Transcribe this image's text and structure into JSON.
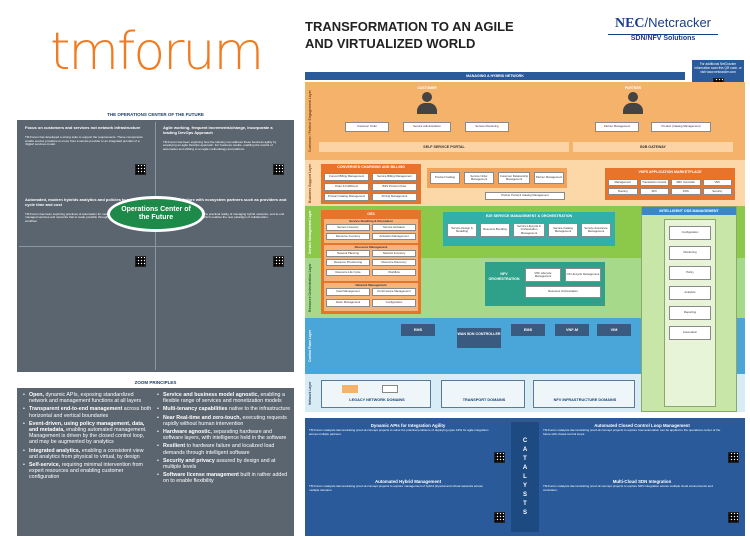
{
  "logo": {
    "text": "tmforum"
  },
  "title": {
    "line1": "TRANSFORMATION TO AN AGILE",
    "line2": "AND VIRTUALIZED WORLD"
  },
  "partner": {
    "name1": "NEC",
    "name2": "/Netcracker",
    "sub": "SDN/NFV Solutions"
  },
  "ops_center": {
    "header": "THE OPERATIONS CENTER OF THE FUTURE",
    "center_label": "Operations Center of the Future",
    "q1": {
      "title": "Focus on customers and services not network infrastructure",
      "body": "TM Forum has developed a strong suite to support the requirements. These components enable service providers to move from a service provider to an integrated provider of a 'digital' services model."
    },
    "q2": {
      "title": "Agile working, frequent increments/change, incorporate a leading DevOps Approach",
      "body": "TM Forum has been exploring how the industry can address these business agility by employing an agile DevOps approach. For business results, enabling the results of automation and shifting to an agile methodology and platform."
    },
    "q3": {
      "title": "Automated, modern hybrids analytics and policies to reduce cycle time and cost",
      "body": "TM Forum has been exploring practices of automation for new business models on exposing managed services and networks that is made possible through a single unified approach and workflow."
    },
    "q4": {
      "title": "Extensive failure with ecosystem partners such as providers and channels",
      "body": "TM Forum has been exploring the practical reality of managing hybrid networks, end-to-end service with external partners which enables the new paradigm of collaboration."
    }
  },
  "zoom": {
    "header": "ZOOM PRINCIPLES",
    "left": [
      {
        "b": "Open,",
        "t": " dynamic APIs, exposing standardized network and management functions at all layers"
      },
      {
        "b": "Transparent end-to-end management",
        "t": " across both horizontal and vertical boundaries"
      },
      {
        "b": "Event-driven, using policy management, data, and metadata,",
        "t": " enabling automated management. Management is driven by the closed control loop, and may be augmented by analytics"
      },
      {
        "b": "Integrated analytics,",
        "t": " enabling a consistent view and analytics from physical to virtual, by design"
      },
      {
        "b": "Self-service,",
        "t": " requiring minimal intervention from expert resources and enabling customer configuration"
      }
    ],
    "right": [
      {
        "b": "Service and business model agnostic,",
        "t": " enabling a flexible range of services and monetization models"
      },
      {
        "b": "Multi-tenancy capabilities",
        "t": " native to the infrastructure"
      },
      {
        "b": "Near Real-time and zero-touch,",
        "t": " executing requests rapidly without human intervention"
      },
      {
        "b": "Hardware agnostic,",
        "t": " separating hardware and software layers, with intelligence held in the software"
      },
      {
        "b": "Resilient",
        "t": " to hardware failure and localized load demands through intelligent software"
      },
      {
        "b": "Security and privacy",
        "t": " assured by design and at multiple levels"
      },
      {
        "b": "Software license management",
        "t": " built in rather added on to enable flexibility"
      }
    ]
  },
  "diagram": {
    "top_note": "For additional NetCracker information scan this QR code, or visit www.netcracker.com",
    "header": "MANAGING A HYBRID NETWORK",
    "customer": "CUSTOMER",
    "partner": "PARTNER",
    "customer_btns": [
      "Customer Order",
      "Service Administration",
      "Service Monitoring"
    ],
    "partner_btns": [
      "Partner Management",
      "Product (Catalog Management)"
    ],
    "self_service": "SELF SERVICE PORTAL",
    "b2b": "B2B GATEWAY",
    "bss_header": "CONVERGED CHARGING AND BILLING",
    "bss_btns": [
      "Convert Billing Management",
      "Service Billing Management",
      "Order & Fulfillment",
      "BSS Product Order",
      "Product Catalog Management",
      "Pricing Management"
    ],
    "mid_btns": [
      "Product Catalog",
      "Service Order Management",
      "Customer Relationship Management",
      "Partner Management"
    ],
    "tpc": "Partner Portal & Catalog Management",
    "marketplace": "VNFS APPLICATION MARKETPLACE",
    "market_items": [
      "Management",
      "Transaction Counts",
      "SBC Controller",
      "VNF",
      "Routing",
      "SFC",
      "DNS",
      "Security"
    ],
    "oss_header": "OSS",
    "oss_sec1": "Service Bundling & Resolution",
    "oss_sec1_btns": [
      "Service Inventory",
      "Service Activation",
      "Resource Inventory",
      "Activation Management"
    ],
    "oss_sec2": "Resource Management",
    "oss_sec2_btns": [
      "Network Planning",
      "Network Inventory",
      "Resource Provisioning",
      "Resource Discovery",
      "Resource Life Cycle",
      "Workflow"
    ],
    "oss_sec3": "Network Management",
    "oss_sec3_btns": [
      "Fault Management",
      "Performance Management",
      "Alarm Management",
      "Configuration"
    ],
    "e2e": "E2E SERVICE MANAGEMENT & ORCHESTRATION",
    "e2e_btns": [
      "Service Design & Modelling",
      "Resource Bundling",
      "Service Lifecycle & Orchestration Management",
      "Service Catalog Management",
      "Service Assurance Management"
    ],
    "nfv_orch": "NFV ORCHESTRATION",
    "nfvo_btns": [
      "VNF Lifecycle Management",
      "NS Lifecycle Management",
      "Resource Orchestration"
    ],
    "intel": "INTELLIGENT OSS MANAGEMENT",
    "intel_btns": [
      "Configuration",
      "Monitoring",
      "Policy",
      "Analytics",
      "Reporting",
      "Automation"
    ],
    "layer_labels": [
      "Customer / Partner Engagement Layer",
      "Business Support Layer",
      "Service Management Layer",
      "Resource Orchestration Layer",
      "Control Plane Layer",
      "Network Layer"
    ],
    "ems": "EMS",
    "wan_sdn": "WAN SDN CONTROLLER",
    "vnf_m": "VNF-M",
    "vim": "VIM",
    "legacy": "LEGACY NETWORK DOMAINS",
    "transport": "TRANSPORT DOMAINS",
    "nfvi": "NFV INFRASTRUCTURE DOMAINS"
  },
  "catalysts": {
    "side": "CATALYSTS",
    "items": [
      {
        "title": "Dynamic APIs for Integration Agility",
        "body": "TM Forum catalysts demonstrating proof-of-concept projects to solve the practical problems of deploying open APIs for agile integration across multiple partners."
      },
      {
        "title": "Automated Closed Control Loop Management",
        "body": "TM Forum catalysts demonstrating proof-of-concept projects to explore how automation can be applied to the operations center of the future with closed control loops."
      },
      {
        "title": "Automated Hybrid Management",
        "body": "TM Forum catalysts demonstrating proof-of-concept projects to explore management of hybrid physical and virtual networks across multiple domains."
      },
      {
        "title": "Multi-Cloud SDN Integration",
        "body": "TM Forum catalysts demonstrating proof-of-concept projects to explore SDN integration across multiple cloud environments and controllers."
      }
    ]
  },
  "colors": {
    "navy": "#2a5a9a",
    "gray_panel": "#5b6570",
    "orange": "#e8732a",
    "green_center": "#1e8a4a",
    "blue_layer": "#3a86c8"
  }
}
